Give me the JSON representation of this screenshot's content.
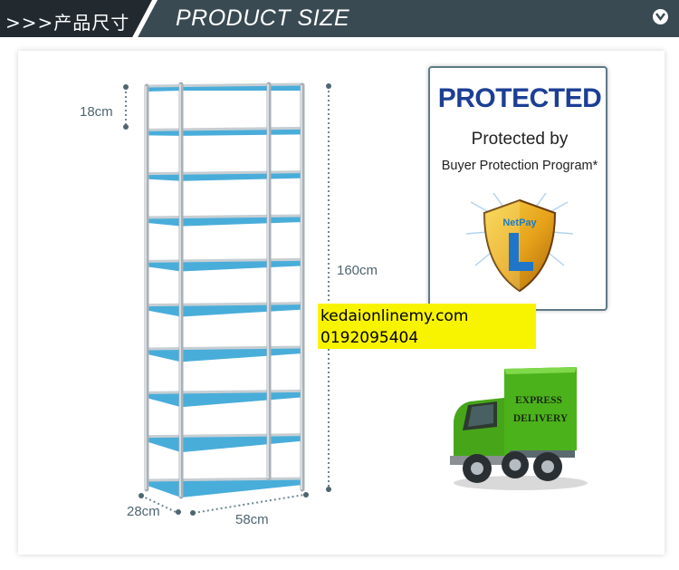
{
  "header": {
    "title_cn": ">>>产品尺寸",
    "title_en": "PRODUCT SIZE"
  },
  "dimensions": {
    "tier_gap": "18cm",
    "height": "160cm",
    "depth": "28cm",
    "width": "58cm"
  },
  "rack": {
    "shelf_count": 10
  },
  "protection": {
    "title": "PROTECTED",
    "line1": "Protected by",
    "line2": "Buyer Protection Program*",
    "shield_logo_text": "NetPay",
    "shield_letter": "L"
  },
  "contact": {
    "website": "kedaionlinemy.com",
    "phone": "0192095404"
  },
  "truck": {
    "line1": "EXPRESS",
    "line2": "DELIVERY"
  },
  "colors": {
    "header_bg": "#3a4a52",
    "shelf_blue": "#3fa9d8",
    "protect_blue": "#1c3f95",
    "contact_yellow": "#f8f400",
    "truck_green": "#4cb21c"
  }
}
